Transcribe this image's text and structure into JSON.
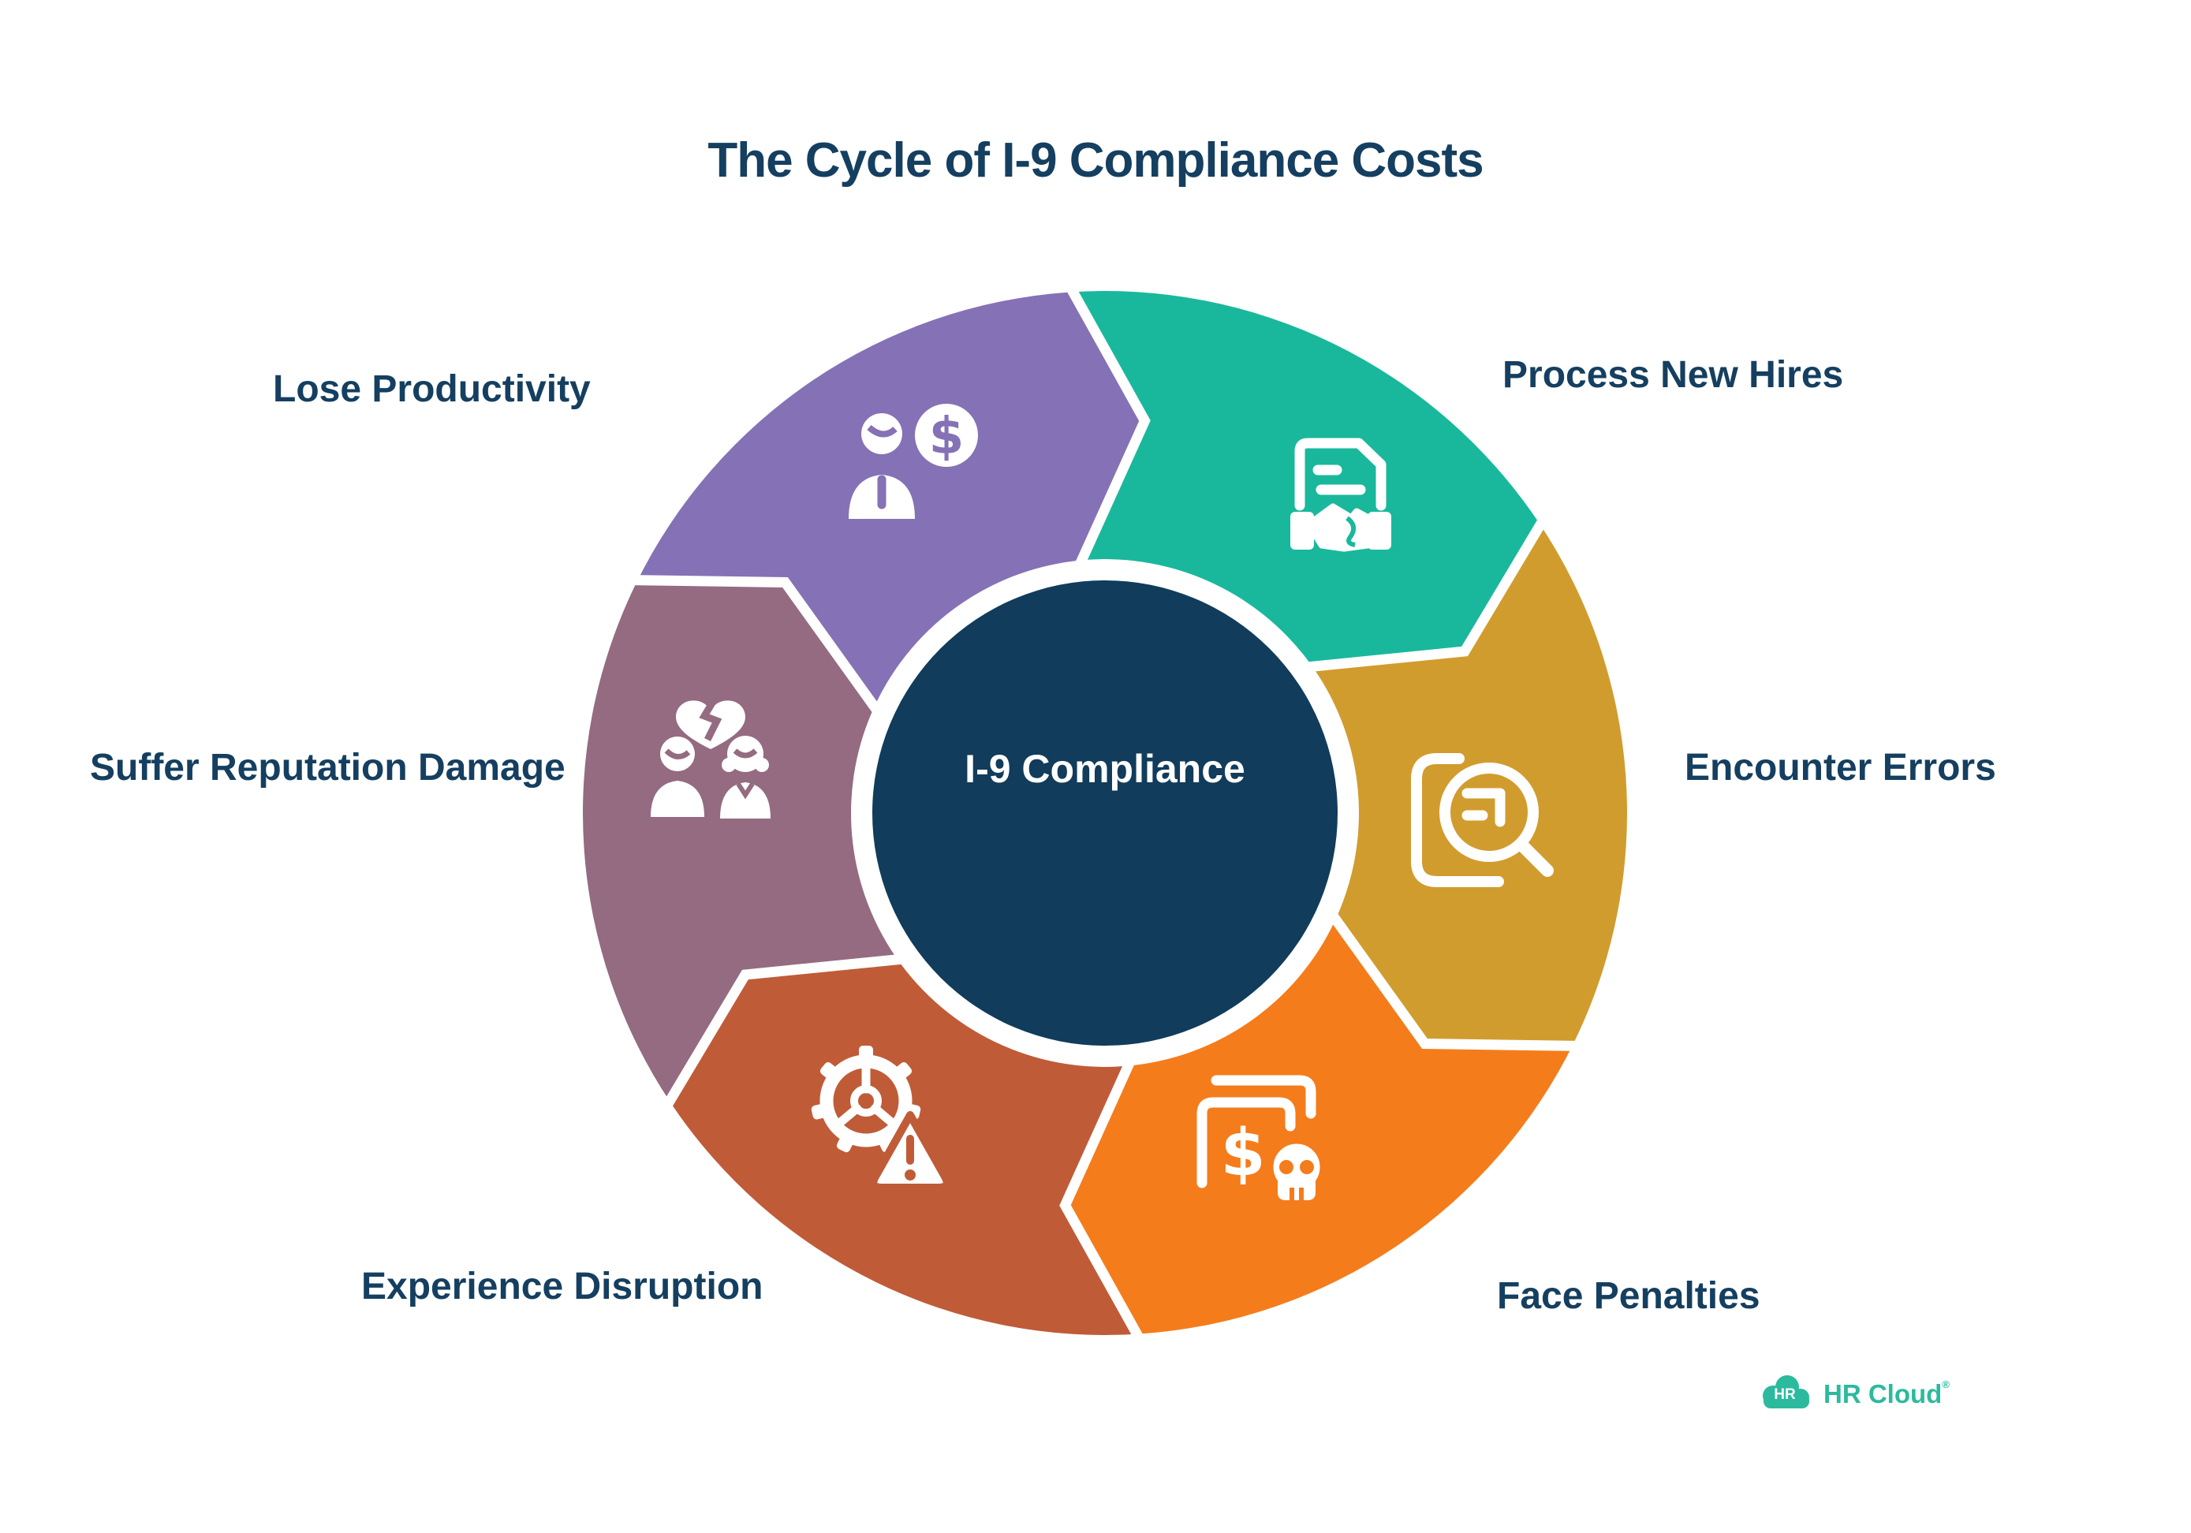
{
  "title": "The Cycle of I-9 Compliance Costs",
  "background_color": "#FFFFFF",
  "text_color": "#153F60",
  "center": {
    "label": "I-9 Compliance",
    "bg_color": "#113C5B",
    "text_color": "#FFFFFF"
  },
  "segments": [
    {
      "label": "Process New Hires",
      "color": "#19B89C",
      "icon": "document-handshake-icon"
    },
    {
      "label": "Encounter Errors",
      "color": "#D19C2E",
      "icon": "document-search-icon"
    },
    {
      "label": "Face Penalties",
      "color": "#F57C1B",
      "icon": "money-skull-icon"
    },
    {
      "label": "Experience Disruption",
      "color": "#C05B38",
      "icon": "gear-warning-icon"
    },
    {
      "label": "Suffer Reputation Damage",
      "color": "#946B81",
      "icon": "broken-heart-people-icon"
    },
    {
      "label": "Lose Productivity",
      "color": "#8571B5",
      "icon": "person-dollar-icon"
    }
  ],
  "logo": {
    "badge_text": "HR",
    "name": "HR Cloud",
    "registered_mark": "®",
    "color": "#2BBA9E"
  }
}
